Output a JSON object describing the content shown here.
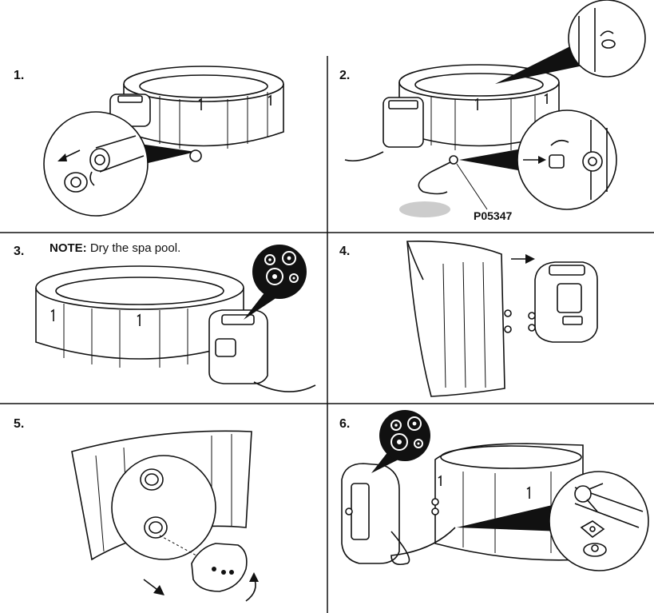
{
  "steps": [
    {
      "number": "1."
    },
    {
      "number": "2.",
      "part_code": "P05347"
    },
    {
      "number": "3.",
      "note_label": "NOTE:",
      "note_text": "Dry the spa pool."
    },
    {
      "number": "4."
    },
    {
      "number": "5."
    },
    {
      "number": "6."
    }
  ],
  "colors": {
    "line": "#111111",
    "background": "#ffffff",
    "puddle": "#cccccc"
  }
}
